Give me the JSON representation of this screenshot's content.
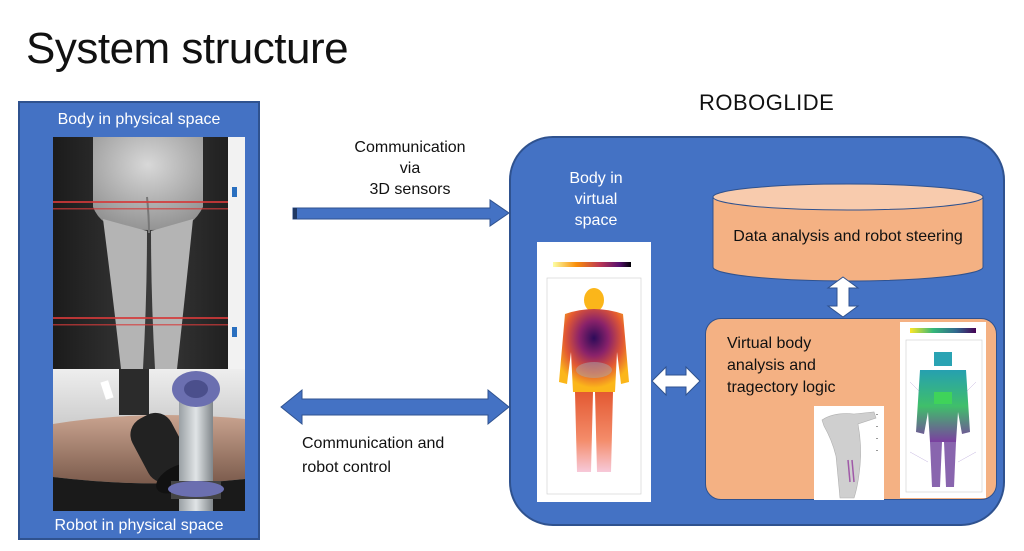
{
  "title": "System structure",
  "physical_panel": {
    "top_label": "Body in physical space",
    "bottom_label": "Robot in physical space"
  },
  "communication": {
    "sensors_lines": [
      "Communication",
      "via",
      "3D sensors"
    ],
    "control_lines": [
      "Communication and",
      "robot control"
    ]
  },
  "roboglide": {
    "title": "ROBOGLIDE",
    "virtual_label_lines": [
      "Body in",
      "virtual",
      "space"
    ],
    "data_analysis_label": "Data analysis and robot steering",
    "virtual_analysis_lines": [
      "Virtual body",
      "analysis and",
      "tragectory logic"
    ]
  },
  "colors": {
    "panel_blue": "#4472c4",
    "panel_border": "#2f528f",
    "orange": "#f4b183",
    "white": "#ffffff"
  }
}
